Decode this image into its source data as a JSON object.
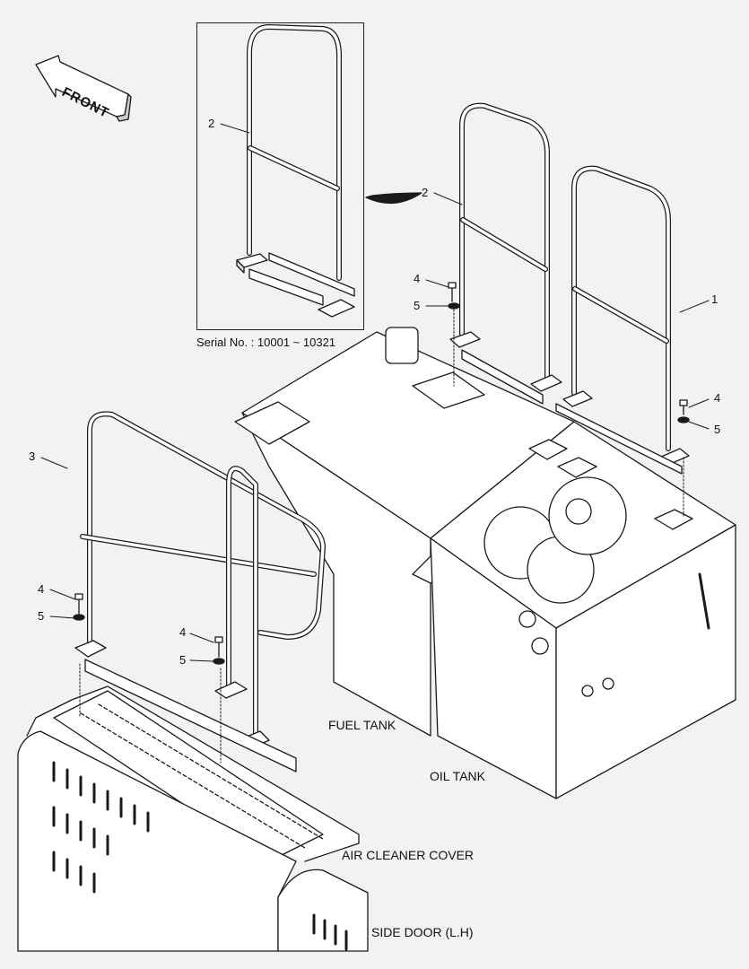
{
  "inset": {
    "serial_note": "Serial No. : 10001 ~ 10321"
  },
  "direction": {
    "label": "FRONT"
  },
  "part_numbers": {
    "p1": "1",
    "p2_inset": "2",
    "p2": "2",
    "p3": "3",
    "p4_a": "4",
    "p5_a": "5",
    "p4_b": "4",
    "p5_b": "5",
    "p4_c": "4",
    "p5_c": "5",
    "p4_d": "4",
    "p5_d": "5"
  },
  "component_labels": {
    "fuel_tank": "FUEL TANK",
    "oil_tank": "OIL TANK",
    "air_cleaner_cover": "AIR CLEANER COVER",
    "side_door": "SIDE DOOR (L.H)"
  },
  "colors": {
    "line": "#1a1a1a",
    "fill": "#ffffff",
    "background": "#f2f2f2",
    "shade": "#d8d8d8"
  }
}
